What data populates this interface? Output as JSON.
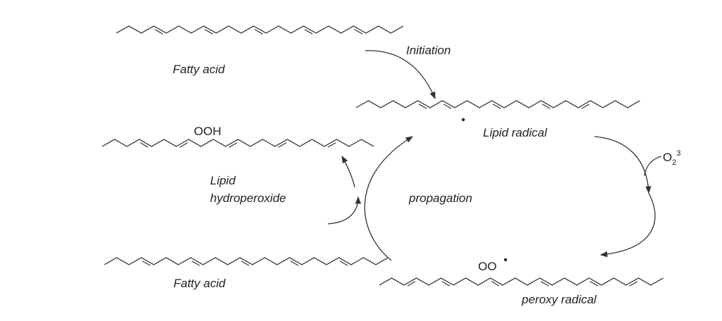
{
  "labels": {
    "fatty_acid_top": "Fatty acid",
    "initiation": "Initiation",
    "lipid_radical": "Lipid radical",
    "ooh": "OOH",
    "lipid": "Lipid",
    "hydroperoxide": "hydroperoxide",
    "propagation": "propagation",
    "o2": "O",
    "o2_sub": "2",
    "o2_sup": "3",
    "fatty_acid_bottom": "Fatty acid",
    "oo": "OO",
    "peroxy_radical": "peroxy radical"
  },
  "colors": {
    "line": "#444444",
    "text": "#222222"
  }
}
